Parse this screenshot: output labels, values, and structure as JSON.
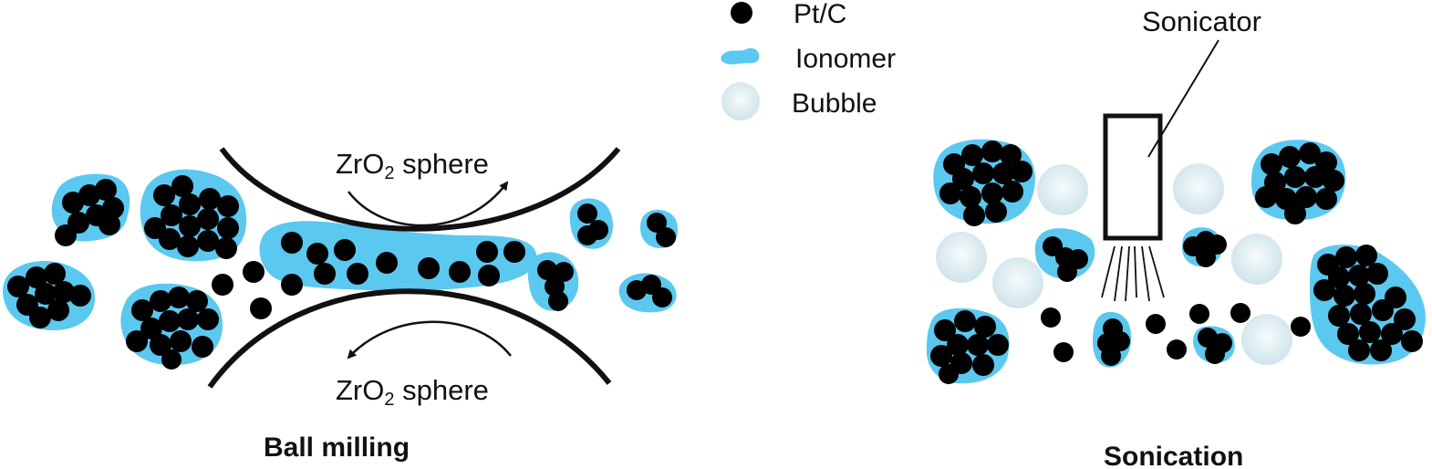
{
  "legend": {
    "pt_c": "Pt/C",
    "ionomer": "Ionomer",
    "bubble": "Bubble"
  },
  "ball_milling": {
    "title": "Ball milling",
    "sphere_top": {
      "prefix": "ZrO",
      "sub": "2",
      "suffix": " sphere"
    },
    "sphere_bottom": {
      "prefix": "ZrO",
      "sub": "2",
      "suffix": " sphere"
    }
  },
  "sonication": {
    "title": "Sonication",
    "sonicator_label": "Sonicator"
  },
  "colors": {
    "particle": "#000000",
    "ionomer": "#5bc8f0",
    "bubble_fill": "#dcecf0",
    "line": "#111111"
  }
}
